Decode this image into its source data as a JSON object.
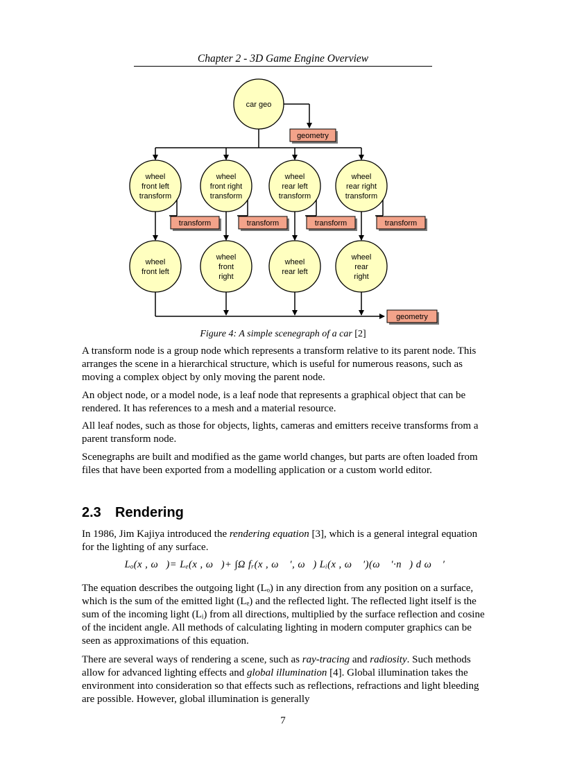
{
  "header": {
    "running_title": "Chapter 2 - 3D Game Engine Overview"
  },
  "figure": {
    "root_label": "car geo",
    "geometry_label": "geometry",
    "transform_label": "transform",
    "transform_nodes": [
      {
        "lines": [
          "wheel",
          "front left",
          "transform"
        ]
      },
      {
        "lines": [
          "wheel",
          "front right",
          "transform"
        ]
      },
      {
        "lines": [
          "wheel",
          "rear left",
          "transform"
        ]
      },
      {
        "lines": [
          "wheel",
          "rear right",
          "transform"
        ]
      }
    ],
    "model_nodes": [
      {
        "lines": [
          "wheel",
          "front left"
        ]
      },
      {
        "lines": [
          "wheel",
          "front",
          "right"
        ]
      },
      {
        "lines": [
          "wheel",
          "rear left"
        ]
      },
      {
        "lines": [
          "wheel",
          "rear",
          "right"
        ]
      }
    ],
    "caption_text": "Figure 4: A simple scenegraph of a car",
    "caption_ref": " [2]"
  },
  "body": {
    "p1": "A transform node is a group node which represents a transform relative to its parent node. This arranges the scene in a hierarchical structure, which is useful for numerous reasons, such as moving a complex object by only moving the parent node.",
    "p2": "An object node, or a model node, is a leaf node that represents a graphical object that can be rendered. It has references to a mesh and a material resource.",
    "p3": "All leaf nodes, such as those for objects, lights, cameras and emitters receive transforms from a parent transform node.",
    "p4": "Scenegraphs are built and modified as the game world changes, but parts are often loaded from files that have been exported from a modelling application or a custom world editor."
  },
  "section": {
    "number": "2.3",
    "title": "Rendering"
  },
  "rendering": {
    "p5_before": "In 1986, Jim Kajiya introduced the ",
    "p5_em": "rendering equation",
    "p5_after": " [3], which is a general integral equation for the lighting of any surface.",
    "equation": "Lₒ(x , ω⃗)= Lₑ(x , ω⃗)+ ∫Ω fᵣ(x , ω⃗ ′, ω⃗) Lᵢ(x , ω⃗ ′)(ω⃗ ′·n⃗) d ω⃗ ′",
    "p6": "The equation describes the outgoing light (Lₒ) in any direction from any position on a surface, which is the sum of the emitted light (Lₑ) and the reflected light. The reflected light itself is the sum of the incoming light (Lᵢ) from all directions, multiplied by the surface reflection and cosine of the incident angle. All methods of calculating lighting in modern computer graphics can be seen as approximations of this equation.",
    "p7_a": "There are several ways of rendering a scene, such as ",
    "p7_em1": "ray-tracing",
    "p7_b": " and ",
    "p7_em2": "radiosity",
    "p7_c": ". Such methods allow for advanced lighting effects and ",
    "p7_em3": "global illumination",
    "p7_d": " [4]. Global illumination takes the environment into consideration so that effects such as reflections, refractions and light bleeding are possible. However, global illumination is generally"
  },
  "footer": {
    "page_number": "7"
  }
}
